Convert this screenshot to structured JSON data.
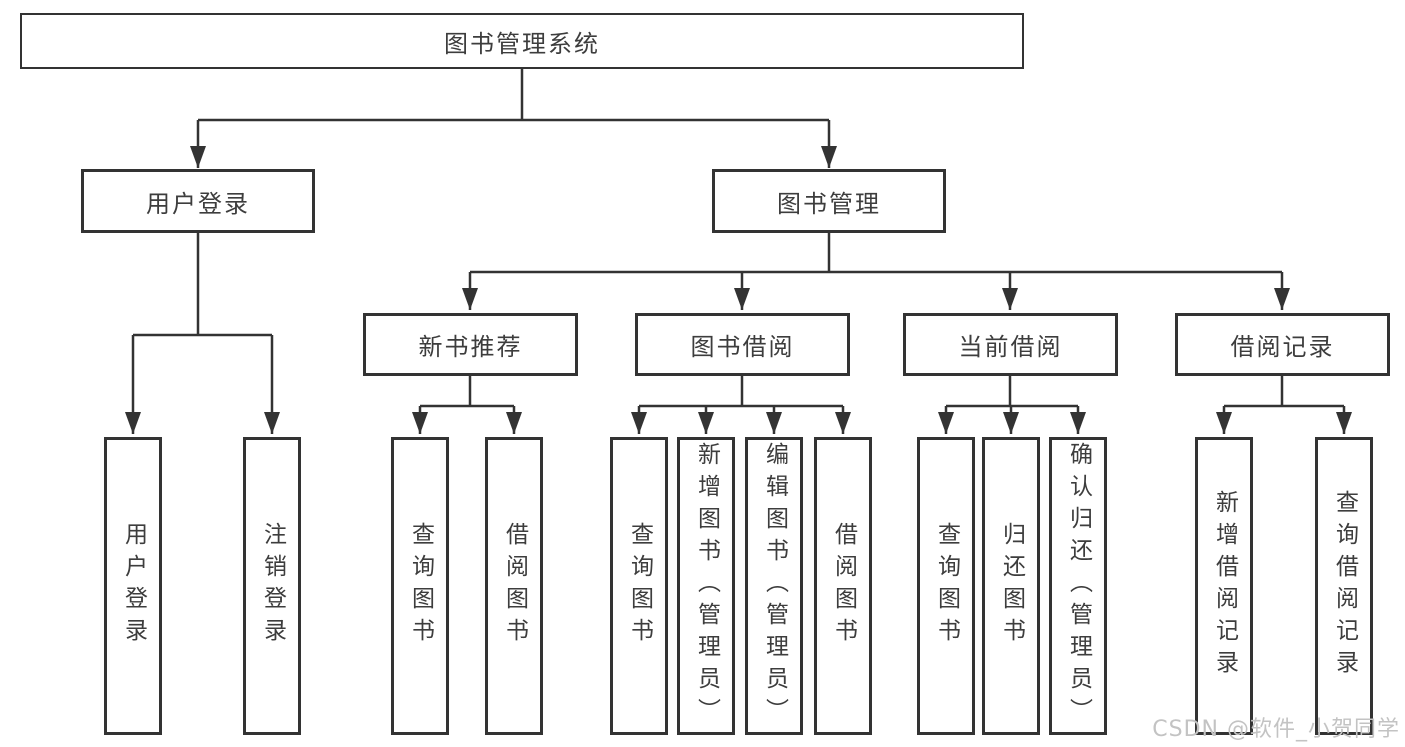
{
  "tree": {
    "root": "图书管理系统",
    "user_login": {
      "label": "用户登录",
      "children": [
        "用户登录",
        "注销登录"
      ]
    },
    "book_management": {
      "label": "图书管理",
      "sections": [
        {
          "label": "新书推荐",
          "children": [
            "查询图书",
            "借阅图书"
          ]
        },
        {
          "label": "图书借阅",
          "children": [
            "查询图书",
            "新增图书（管理员）",
            "编辑图书（管理员）",
            "借阅图书"
          ]
        },
        {
          "label": "当前借阅",
          "children": [
            "查询图书",
            "归还图书",
            "确认归还（管理员）"
          ]
        },
        {
          "label": "借阅记录",
          "children": [
            "新增借阅记录",
            "查询借阅记录"
          ]
        }
      ]
    }
  },
  "watermark": {
    "text": "CSDN @软件_小贺同学",
    "color": "#c3c3c3"
  },
  "colors": {
    "line": "#333333",
    "text": "#3d3d3d",
    "background": "#ffffff"
  }
}
